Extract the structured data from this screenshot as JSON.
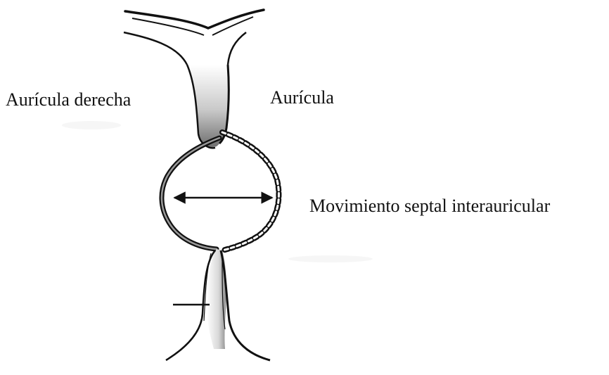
{
  "labels": {
    "right_atrium": "Aurícula derecha",
    "left_atrium": "Aurícula",
    "septal_movement": "Movimiento septal interauricular"
  },
  "colors": {
    "ink": "#111111",
    "background": "#ffffff",
    "shading": "#9a9a9a"
  }
}
